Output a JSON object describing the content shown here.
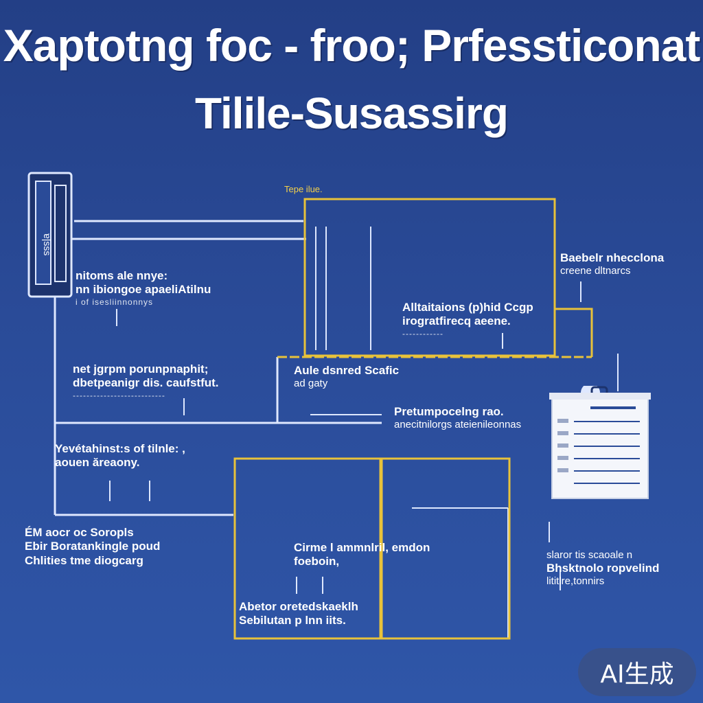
{
  "title": {
    "line1": "Xaptotng foc - froo; Prfessticonat",
    "line2": "Tilile-Susassirg"
  },
  "colors": {
    "background": "#2a4b98",
    "accent_yellow": "#e8c23a",
    "line_white": "#dfe8ff",
    "text": "#ffffff"
  },
  "labels": {
    "top_tag": "Tepe ilue.",
    "left_block_1": {
      "line1": "nitoms ale nnye:",
      "line2": "nn ibiongoe apaeliAtilnu",
      "line3": "i of isesliinnonnys"
    },
    "left_block_2": {
      "line1": "net jgrpm porunpnaphit;",
      "line2": "dbetpeanigr dis. caufstfut.",
      "line3": "---------------------------"
    },
    "left_block_3": {
      "line1": "Yevétahinst:s of tilnle: ,",
      "line2": "aouen ăreaony."
    },
    "bottom_left": {
      "line1": "ÉM aocr oc   Soropls",
      "line2": "Ebir Boratankingle poud",
      "line3": "Chlities tme diogcarg"
    },
    "center_box": {
      "line1": "Alltaitaions (p)hid Ccgp",
      "line2": "irogratfirecq aeene.",
      "line3": "------------"
    },
    "right_top": {
      "line1": "Baebelr nhecclona",
      "line2": "creene dltnarcs"
    },
    "middle": {
      "line1": "Aule dsnred Scafic",
      "line2": "ad gaty"
    },
    "pre_block": {
      "line1": "Pretumpocelng rao.",
      "line2": "anecitnilorgs ateienileonnas"
    },
    "bottom_center_1": {
      "line1": "Cirme l ammnlril, emdon",
      "line2": "foeboin,"
    },
    "bottom_center_2": {
      "line1": "Abetor oretedskaeklh",
      "line2": "Sebilutan p lnn iits."
    },
    "bottom_right": {
      "line1": "slaror tis scaoale n",
      "line2": "Bhsktnolo ropvelind",
      "line3": "lititlre,tonnirs"
    },
    "device_text": "ɐ|sss"
  },
  "badge": {
    "label": "AI生成"
  }
}
